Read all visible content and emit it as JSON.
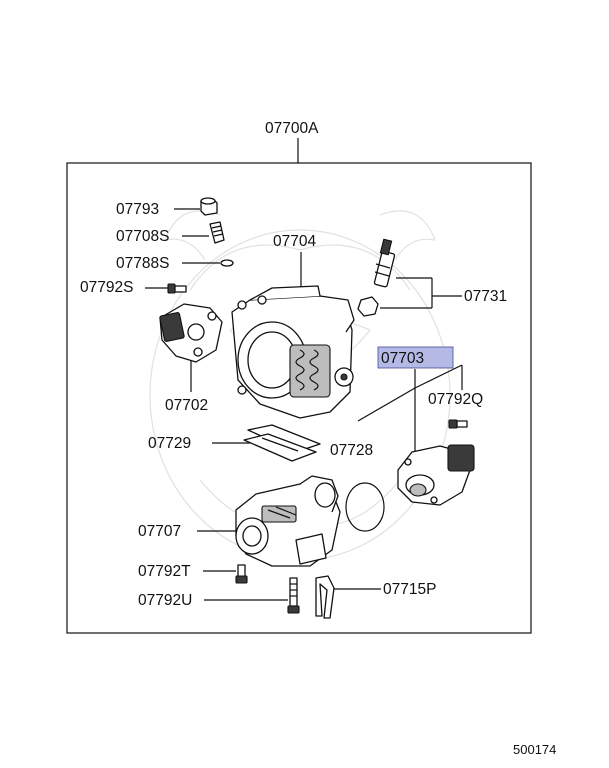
{
  "diagram": {
    "assembly_label": "07700A",
    "parts": [
      {
        "id": "07793",
        "label": "07793"
      },
      {
        "id": "07708S",
        "label": "07708S"
      },
      {
        "id": "07788S",
        "label": "07788S"
      },
      {
        "id": "07792S",
        "label": "07792S"
      },
      {
        "id": "07702",
        "label": "07702"
      },
      {
        "id": "07704",
        "label": "07704"
      },
      {
        "id": "07731",
        "label": "07731"
      },
      {
        "id": "07703",
        "label": "07703",
        "highlighted": true
      },
      {
        "id": "07792Q",
        "label": "07792Q"
      },
      {
        "id": "07728",
        "label": "07728"
      },
      {
        "id": "07729",
        "label": "07729"
      },
      {
        "id": "07707",
        "label": "07707"
      },
      {
        "id": "07792T",
        "label": "07792T"
      },
      {
        "id": "07792U",
        "label": "07792U"
      },
      {
        "id": "07715P",
        "label": "07715P"
      }
    ],
    "diagram_number": "500174",
    "highlight_color": "#b5b9e6"
  }
}
